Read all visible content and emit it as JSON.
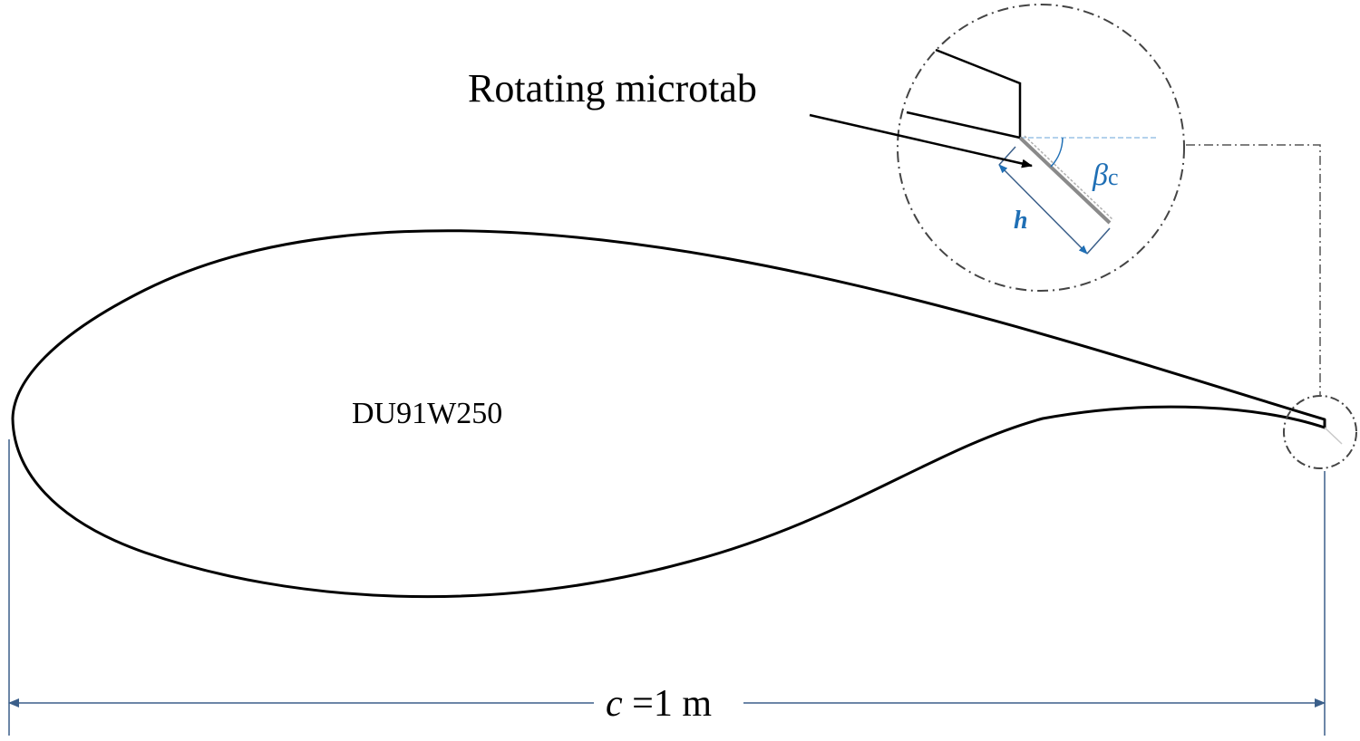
{
  "labels": {
    "callout": "Rotating microtab",
    "airfoil_name": "DU91W250",
    "angle_symbol": "β",
    "angle_subscript": "c",
    "height_symbol": "h",
    "chord_variable": "c",
    "chord_value": " =1 m"
  },
  "colors": {
    "outline": "#000000",
    "dimension": "#3b5f8a",
    "annotation_blue": "#1f6fb5",
    "guide_light_blue": "#9cc3e6",
    "dashed_circle": "#444444",
    "tab": "#8a8a8a"
  }
}
